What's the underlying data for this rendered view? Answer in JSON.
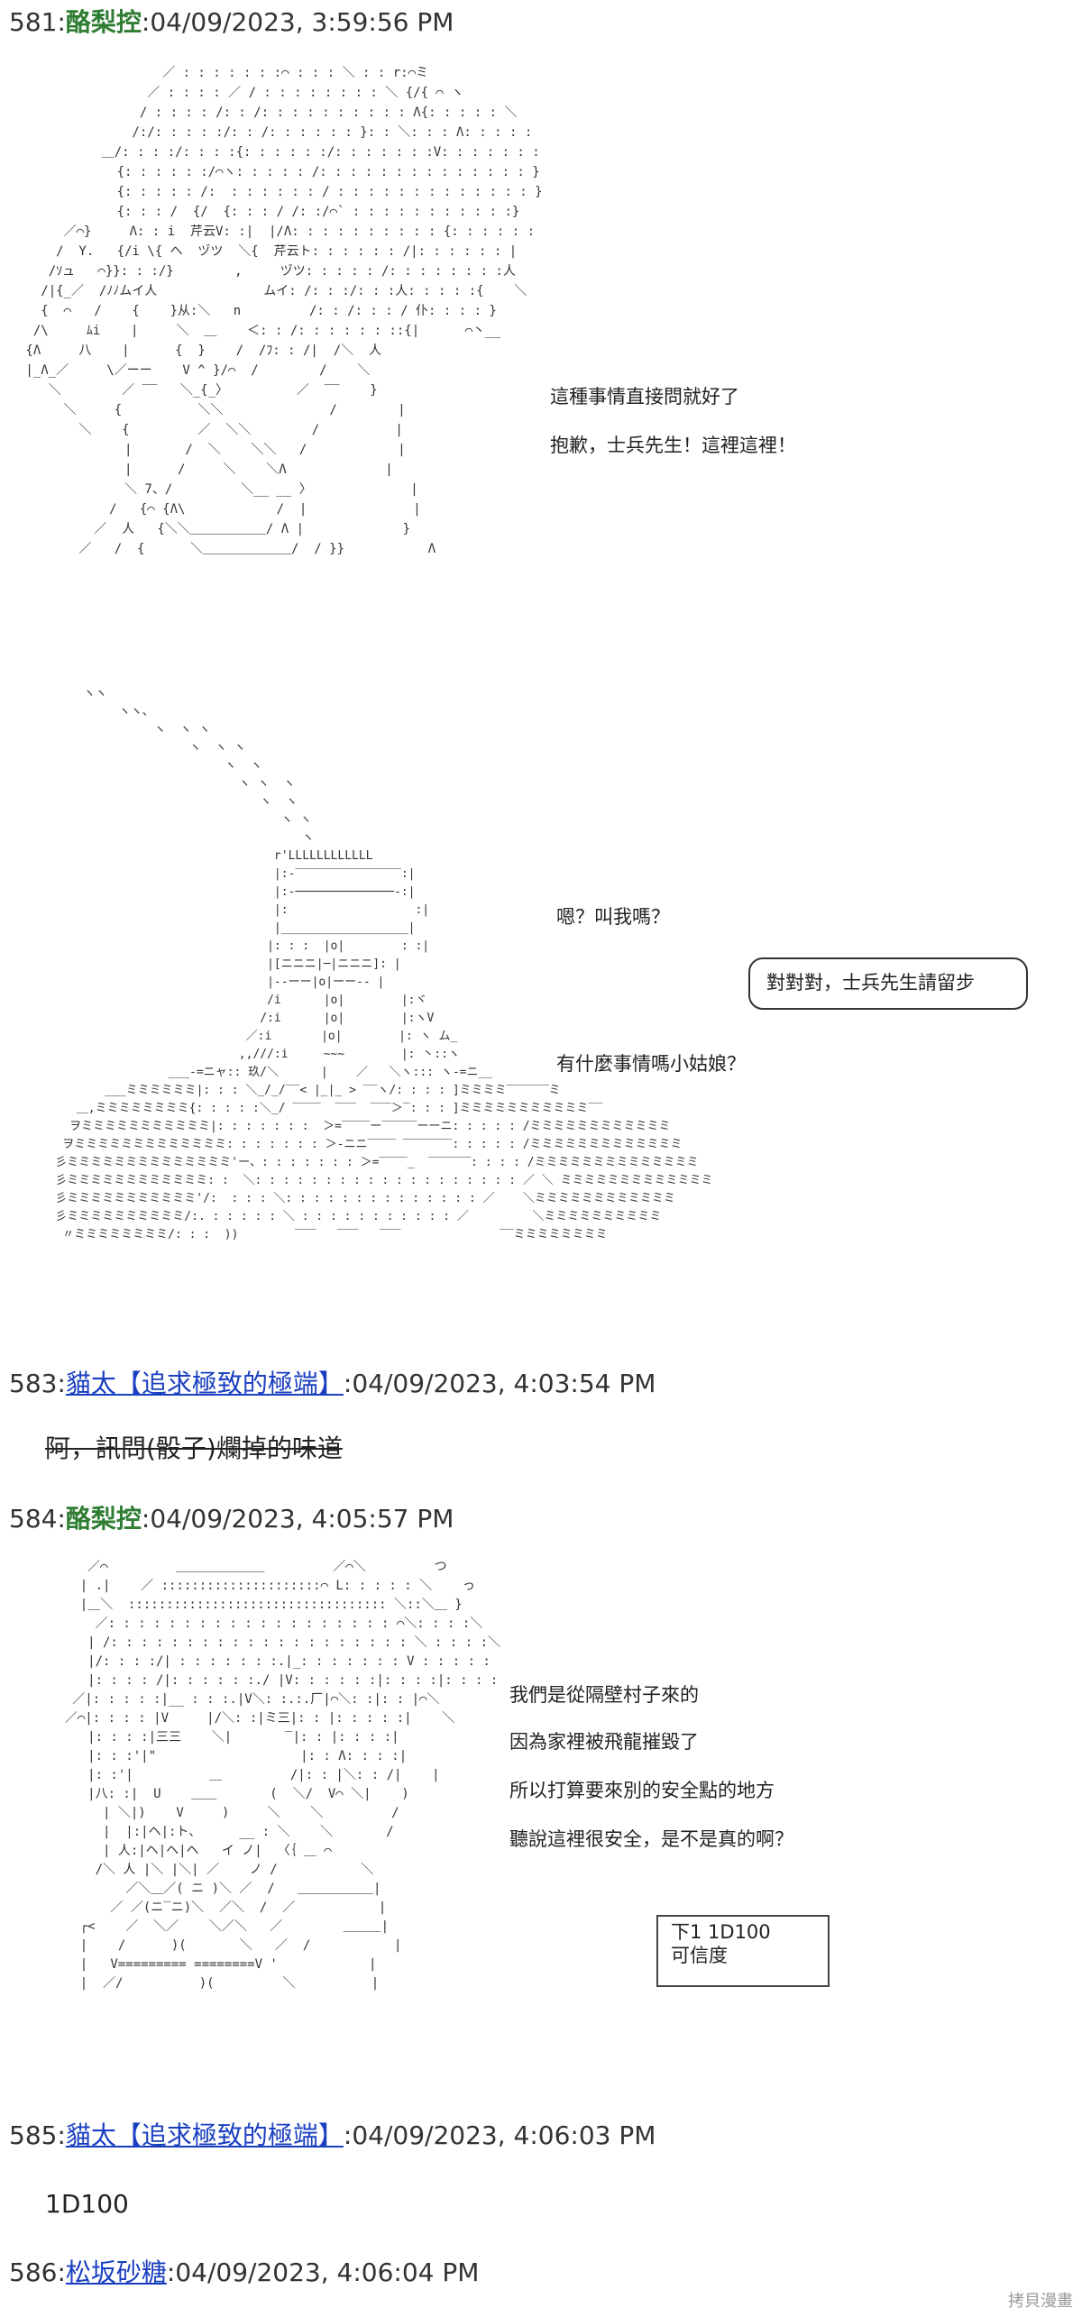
{
  "posts": [
    {
      "num": "581",
      "name": "酪梨控",
      "date": "04/09/2023, 3:59:56 PM"
    },
    {
      "num": "583",
      "name": "貓太【追求極致的極端】",
      "date": "04/09/2023, 4:03:54 PM",
      "body": "阿，訊問(骰子)爛掉的味道"
    },
    {
      "num": "584",
      "name": "酪梨控",
      "date": "04/09/2023, 4:05:57 PM"
    },
    {
      "num": "585",
      "name": "貓太【追求極致的極端】",
      "date": "04/09/2023, 4:06:03 PM",
      "body": "1D100"
    },
    {
      "num": "586",
      "name": "松坂砂糖",
      "date": "04/09/2023, 4:06:04 PM"
    }
  ],
  "scene1": {
    "lines": [
      "這種事情直接問就好了",
      "抱歉，士兵先生！這裡這裡！"
    ]
  },
  "scene2": {
    "line1": "嗯？叫我嗎？",
    "bubble": "對對對，士兵先生請留步",
    "line2": "有什麼事情嗎小姑娘？"
  },
  "scene3": {
    "lines": [
      "我們是從隔壁村子來的",
      "因為家裡被飛龍摧毀了",
      "所以打算要來別的安全點的地方",
      "聽說這裡很安全，是不是真的啊？"
    ],
    "dice_line1": "下1  1D100",
    "dice_line2": "可信度"
  },
  "watermark": "拷貝漫畫"
}
